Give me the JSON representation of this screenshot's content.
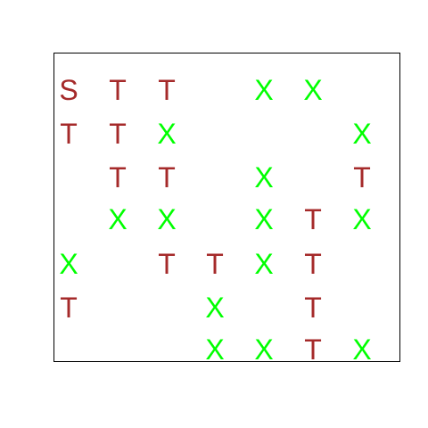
{
  "legend": {
    "S": {
      "color": "#a52a2a"
    },
    "T": {
      "color": "#a52a2a"
    },
    "X": {
      "color": "#00ff00"
    }
  },
  "grid": {
    "rows": 7,
    "cols": 7,
    "cells": [
      [
        "S",
        "T",
        "T",
        "",
        "X",
        "X",
        ""
      ],
      [
        "T",
        "T",
        "X",
        "",
        "",
        "",
        "X"
      ],
      [
        "",
        "T",
        "T",
        "",
        "X",
        "",
        "T"
      ],
      [
        "",
        "X",
        "X",
        "",
        "X",
        "T",
        "X"
      ],
      [
        "X",
        "",
        "T",
        "T",
        "X",
        "T",
        ""
      ],
      [
        "T",
        "",
        "",
        "X",
        "",
        "T",
        ""
      ],
      [
        "",
        "",
        "",
        "X",
        "X",
        "T",
        "X"
      ]
    ]
  }
}
